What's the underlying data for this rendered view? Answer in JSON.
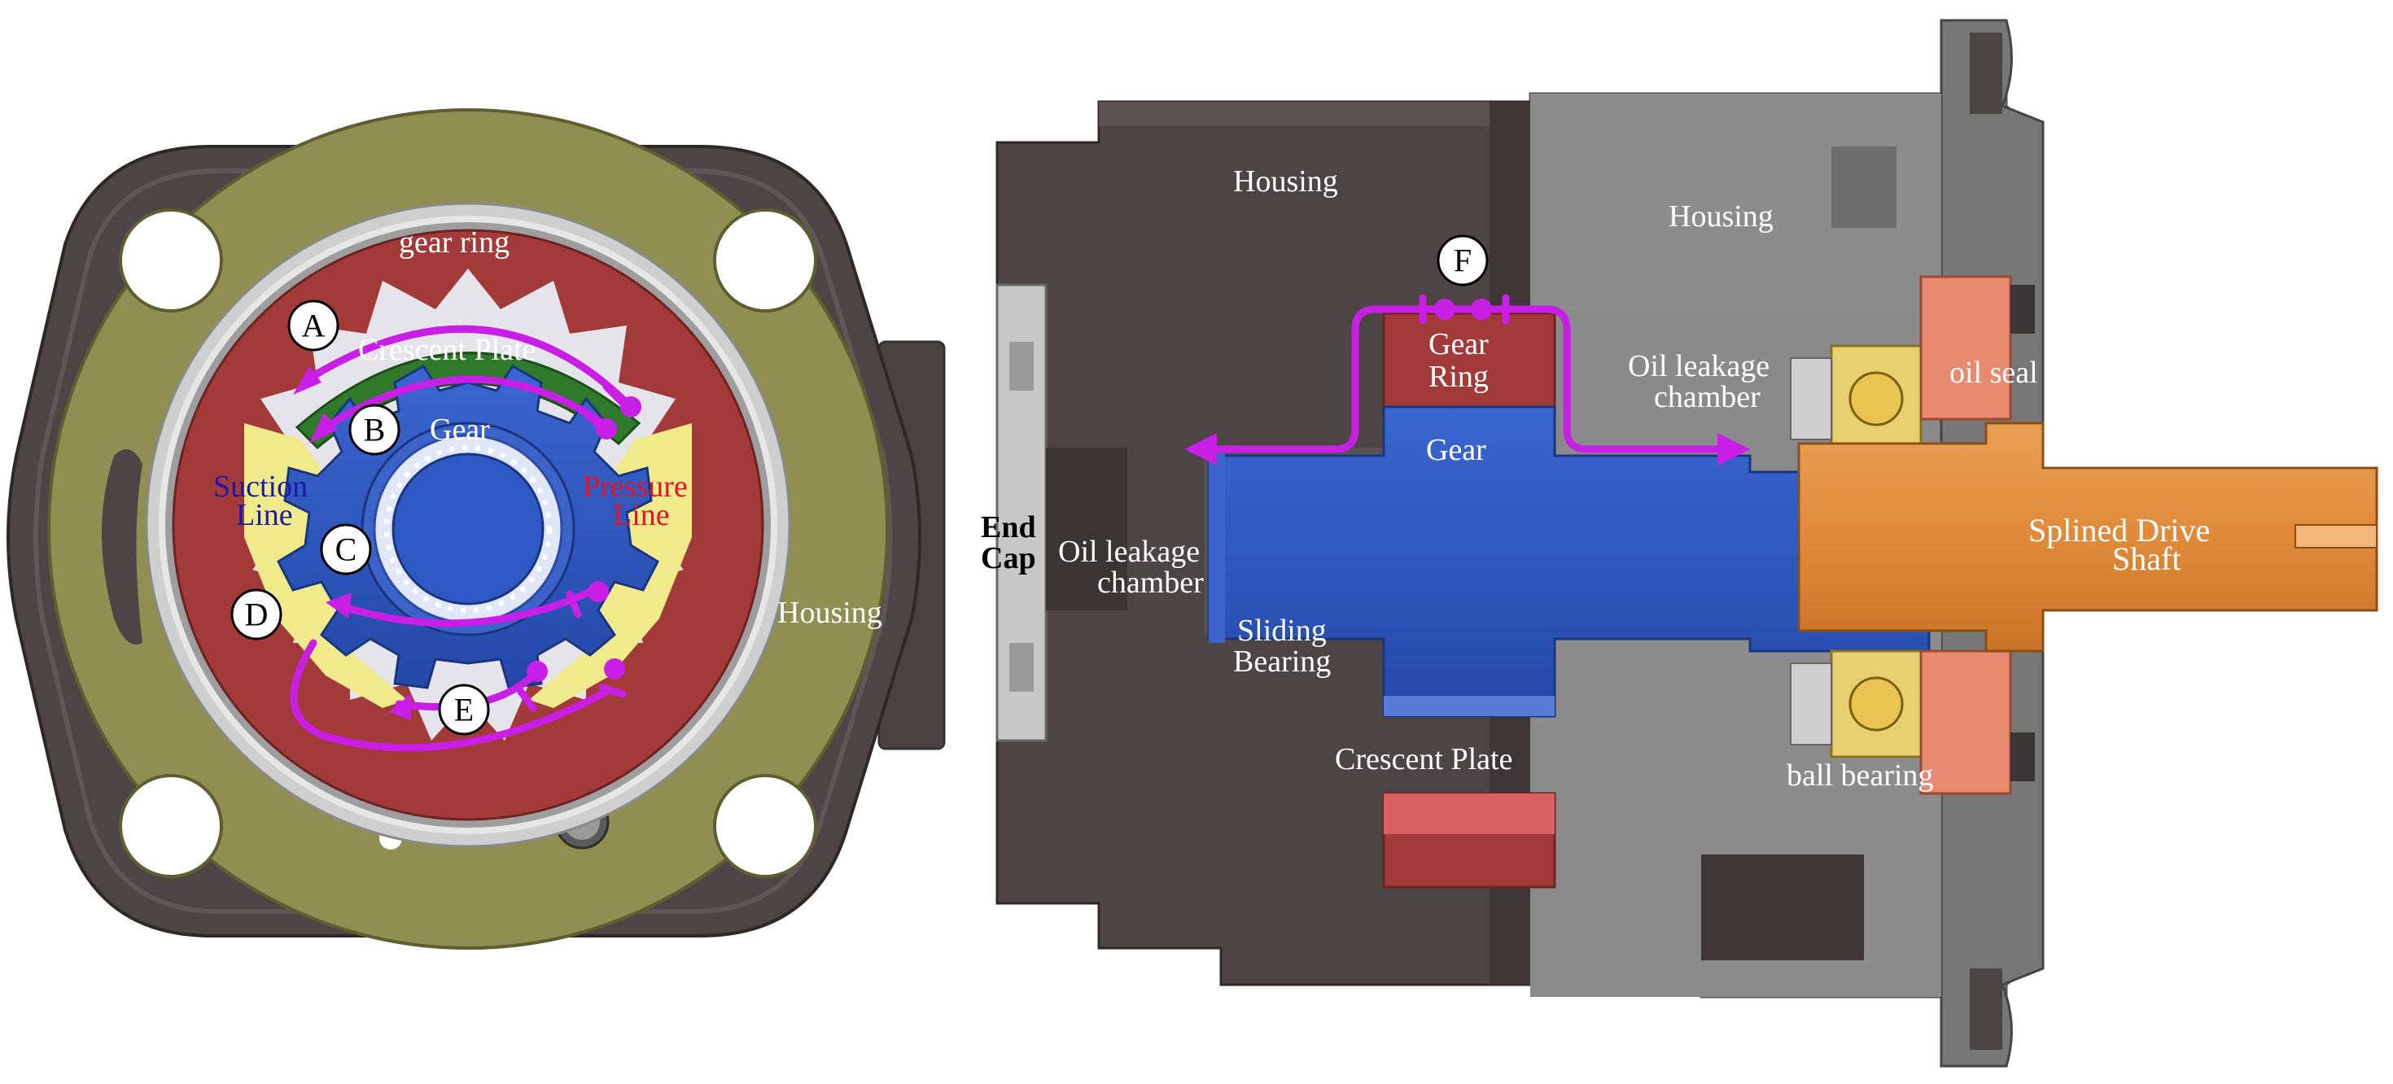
{
  "colors": {
    "housing_dark": "#4d4545",
    "housing_light": "#8a8a8a",
    "plate_olive": "#8f8f52",
    "gear_ring_red": "#a33a3a",
    "gear_blue": "#2e58c4",
    "crescent_green": "#2f7a2a",
    "suction_yellow": "#f0ea8a",
    "shaft_orange": "#e0913f",
    "bearing_yellow": "#e8d070",
    "oil_seal_salmon": "#e88a70",
    "flow_magenta": "#c81ee6"
  },
  "front_view": {
    "labels": {
      "gear_ring": "gear ring",
      "crescent_plate": "Crescent Plate",
      "gear": "Gear",
      "suction_line_1": "Suction",
      "suction_line_2": "Line",
      "pressure_line_1": "Pressure",
      "pressure_line_2": "Line",
      "housing": "Housing"
    },
    "markers": [
      "A",
      "B",
      "C",
      "D",
      "E"
    ]
  },
  "section_view": {
    "labels": {
      "housing_left": "Housing",
      "housing_right": "Housing",
      "gear_ring_1": "Gear",
      "gear_ring_2": "Ring",
      "gear": "Gear",
      "oil_leakage_right_1": "Oil leakage",
      "oil_leakage_right_2": "chamber",
      "oil_seal": "oil seal",
      "end_cap_1": "End",
      "end_cap_2": "Cap",
      "oil_leakage_left_1": "Oil leakage",
      "oil_leakage_left_2": "chamber",
      "sliding_bearing_1": "Sliding",
      "sliding_bearing_2": "Bearing",
      "crescent_plate": "Crescent Plate",
      "ball_bearing": "ball bearing",
      "shaft_1": "Splined Drive",
      "shaft_2": "Shaft"
    },
    "markers": [
      "F"
    ]
  }
}
